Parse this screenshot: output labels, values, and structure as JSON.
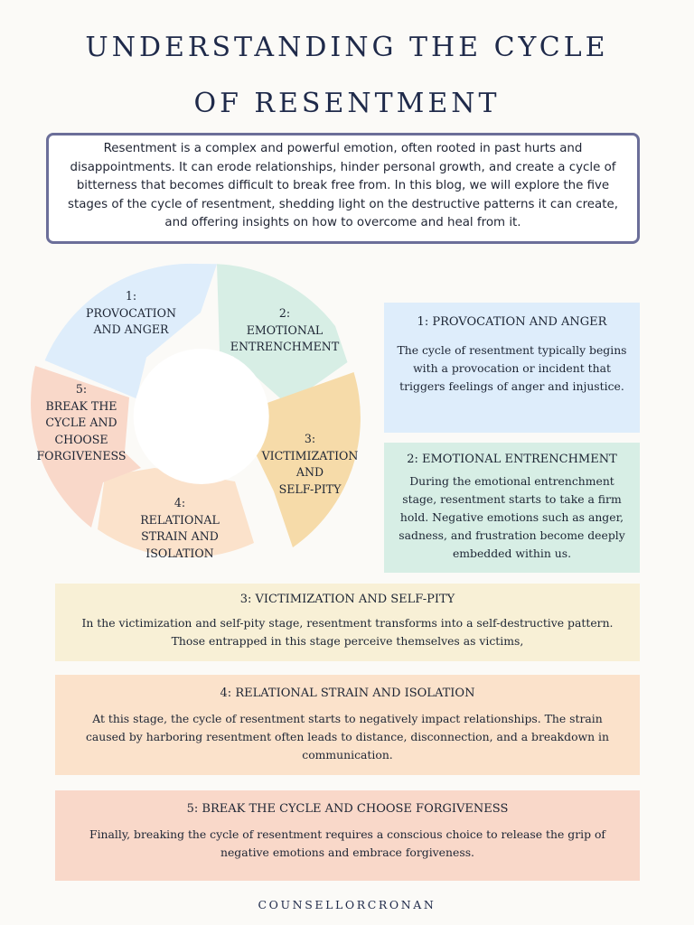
{
  "title": {
    "line1": "UNDERSTANDING THE CYCLE",
    "line2": "OF RESENTMENT"
  },
  "intro": "Resentment is a complex and powerful emotion, often rooted in past hurts and disappointments. It can erode relationships, hinder personal growth, and create a cycle of bitterness that becomes difficult to break free from. In this blog, we will explore the five stages of the cycle of resentment, shedding light on the destructive patterns it can create, and offering insights on how to overcome and heal from it.",
  "wheel": {
    "segments": [
      {
        "color": "#deedfb",
        "lines": [
          "1:",
          "PROVOCATION",
          "AND ANGER"
        ]
      },
      {
        "color": "#d7eee5",
        "lines": [
          "2:",
          "EMOTIONAL",
          "ENTRENCHMENT"
        ]
      },
      {
        "color": "#f6dba9",
        "lines": [
          "3:",
          "VICTIMIZATION",
          "AND",
          "SELF-PITY"
        ]
      },
      {
        "color": "#fbe2cb",
        "lines": [
          "4:",
          "RELATIONAL",
          "STRAIN AND",
          "ISOLATION"
        ]
      },
      {
        "color": "#f9d8c9",
        "lines": [
          "5:",
          "BREAK THE",
          "CYCLE AND",
          "CHOOSE",
          "FORGIVENESS"
        ]
      }
    ]
  },
  "cards": [
    {
      "title": "1: PROVOCATION AND ANGER",
      "body": "The cycle of resentment typically begins with a provocation or incident that triggers feelings of anger and injustice.",
      "color": "#deedfb"
    },
    {
      "title": "2: EMOTIONAL ENTRENCHMENT",
      "body": "During the emotional entrenchment stage, resentment starts to take a firm hold. Negative emotions such as anger, sadness, and frustration become deeply embedded within us.",
      "color": "#d7eee5"
    },
    {
      "title": "3: VICTIMIZATION AND SELF-PITY",
      "body": "In the victimization and self-pity stage, resentment transforms into a self-destructive pattern. Those entrapped in this stage perceive themselves as victims,",
      "color": "#f8f0d6"
    },
    {
      "title": "4: RELATIONAL STRAIN AND ISOLATION",
      "body": "At this stage, the cycle of resentment starts to negatively impact relationships. The strain caused by harboring resentment often leads to distance, disconnection, and a breakdown in communication.",
      "color": "#fbe2cb"
    },
    {
      "title": "5: BREAK THE CYCLE AND CHOOSE FORGIVENESS",
      "body": "Finally, breaking the cycle of resentment requires a conscious choice to release the grip of negative emotions and embrace forgiveness.",
      "color": "#f9d8c9"
    }
  ],
  "footer": "COUNSELLORCRONAN"
}
